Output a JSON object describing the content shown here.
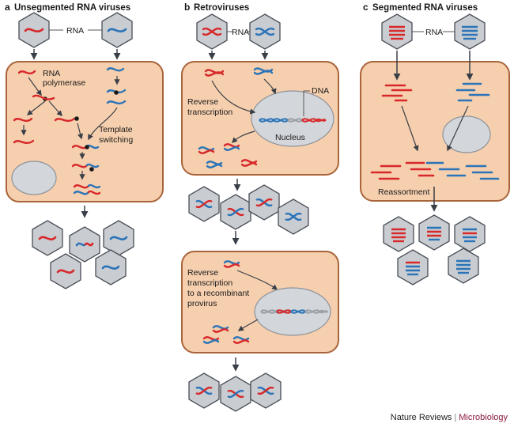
{
  "colors": {
    "red": "#d7282a",
    "blue": "#2b74b8",
    "cell_fill": "#f6cfae",
    "cell_border": "#a8643a",
    "hex_fill": "#c9ccd1",
    "hex_border": "#4a4f57",
    "nucleus_fill": "#d3d6da",
    "arrow": "#3a3f47",
    "journal": "#8a1b3c"
  },
  "panels": {
    "a": {
      "letter": "a",
      "title": "Unsegmented RNA viruses"
    },
    "b": {
      "letter": "b",
      "title": "Retroviruses"
    },
    "c": {
      "letter": "c",
      "title": "Segmented RNA viruses"
    }
  },
  "labels": {
    "rna_a": "RNA",
    "rna_b": "RNA",
    "rna_c": "RNA",
    "rna_polymerase_line1": "RNA",
    "rna_polymerase_line2": "polymerase",
    "template_switching_line1": "Template",
    "template_switching_line2": "switching",
    "dna": "DNA",
    "reverse_transcription_line1": "Reverse",
    "reverse_transcription_line2": "transcription",
    "nucleus": "Nucleus",
    "rt_provirus_line1": "Reverse",
    "rt_provirus_line2": "transcription",
    "rt_provirus_line3": "to a recombinant",
    "rt_provirus_line4": "provirus",
    "reassortment": "Reassortment"
  },
  "credit": {
    "publisher": "Nature Reviews",
    "separator": "|",
    "journal": "Microbiology"
  }
}
